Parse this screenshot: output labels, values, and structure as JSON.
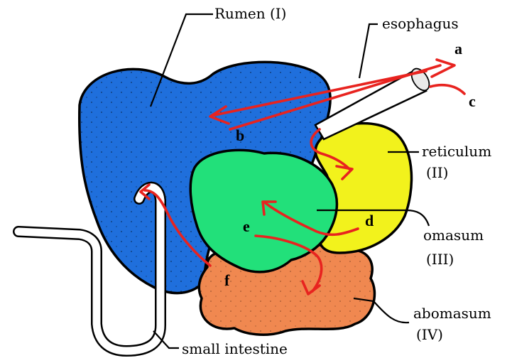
{
  "labels": {
    "rumen": "Rumen (I)",
    "esophagus": "esophagus",
    "reticulum": "reticulum",
    "reticulum_num": "(II)",
    "omasum": "omasum",
    "omasum_num": "(III)",
    "abomasum": "abomasum",
    "abomasum_num": "(IV)",
    "small_intestine": "small intestine"
  },
  "markers": {
    "a": "a",
    "b": "b",
    "c": "c",
    "d": "d",
    "e": "e",
    "f": "f"
  },
  "colors": {
    "rumen": "#1f6fdc",
    "reticulum": "#f2f21c",
    "omasum": "#22e07a",
    "abomasum": "#f08850",
    "flow_arrow": "#e8231f",
    "intestine": "#ffffff"
  }
}
